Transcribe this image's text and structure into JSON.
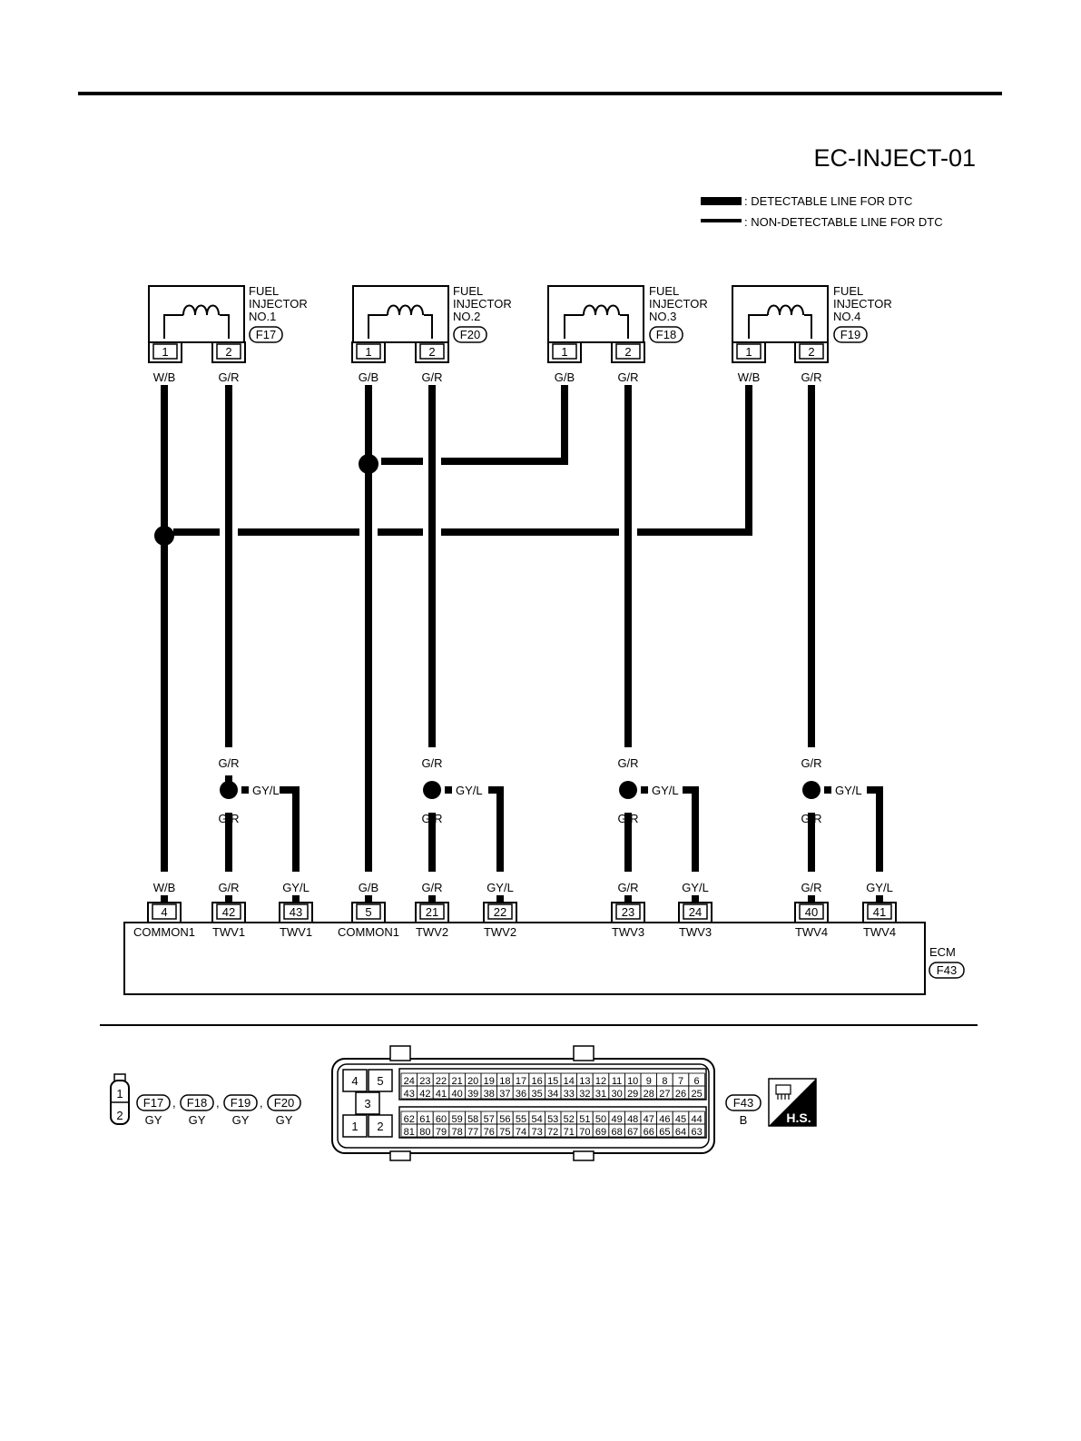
{
  "diagram_code": "EC-INJECT-01",
  "legend": {
    "detectable": ": DETECTABLE LINE FOR DTC",
    "non_detectable": ": NON-DETECTABLE LINE FOR DTC"
  },
  "injectors": [
    {
      "label_1": "FUEL",
      "label_2": "INJECTOR",
      "label_3": "NO.1",
      "connector": "F17",
      "pin1": "1",
      "pin2": "2",
      "wire1": "W/B",
      "wire2": "G/R"
    },
    {
      "label_1": "FUEL",
      "label_2": "INJECTOR",
      "label_3": "NO.2",
      "connector": "F20",
      "pin1": "1",
      "pin2": "2",
      "wire1": "G/B",
      "wire2": "G/R"
    },
    {
      "label_1": "FUEL",
      "label_2": "INJECTOR",
      "label_3": "NO.3",
      "connector": "F18",
      "pin1": "1",
      "pin2": "2",
      "wire1": "G/B",
      "wire2": "G/R"
    },
    {
      "label_1": "FUEL",
      "label_2": "INJECTOR",
      "label_3": "NO.4",
      "connector": "F19",
      "pin1": "1",
      "pin2": "2",
      "wire1": "W/B",
      "wire2": "G/R"
    }
  ],
  "splices": [
    {
      "upper": "G/R",
      "lower": "G/R",
      "branch": "GY/L"
    },
    {
      "upper": "G/R",
      "lower": "G/R",
      "branch": "GY/L"
    },
    {
      "upper": "G/R",
      "lower": "G/R",
      "branch": "GY/L"
    },
    {
      "upper": "G/R",
      "lower": "G/R",
      "branch": "GY/L"
    }
  ],
  "ecm": {
    "name": "ECM",
    "connector": "F43",
    "terminals": [
      {
        "pin": "4",
        "wire": "W/B",
        "label": "COMMON1"
      },
      {
        "pin": "42",
        "wire": "G/R",
        "label": "TWV1"
      },
      {
        "pin": "43",
        "wire": "GY/L",
        "label": "TWV1"
      },
      {
        "pin": "5",
        "wire": "G/B",
        "label": "COMMON1"
      },
      {
        "pin": "21",
        "wire": "G/R",
        "label": "TWV2"
      },
      {
        "pin": "22",
        "wire": "GY/L",
        "label": "TWV2"
      },
      {
        "pin": "23",
        "wire": "G/R",
        "label": "TWV3"
      },
      {
        "pin": "24",
        "wire": "GY/L",
        "label": "TWV3"
      },
      {
        "pin": "40",
        "wire": "G/R",
        "label": "TWV4"
      },
      {
        "pin": "41",
        "wire": "GY/L",
        "label": "TWV4"
      }
    ]
  },
  "connector_views": {
    "small_pins": [
      "1",
      "2"
    ],
    "small_connectors": [
      {
        "id": "F17",
        "color": "GY"
      },
      {
        "id": "F18",
        "color": "GY"
      },
      {
        "id": "F19",
        "color": "GY"
      },
      {
        "id": "F20",
        "color": "GY"
      }
    ],
    "sep": ",",
    "ecm_big_pins": [
      "4",
      "5",
      "3",
      "1",
      "2"
    ],
    "ecm_row1": [
      "24",
      "23",
      "22",
      "21",
      "20",
      "19",
      "18",
      "17",
      "16",
      "15",
      "14",
      "13",
      "12",
      "11",
      "10",
      "9",
      "8",
      "7",
      "6"
    ],
    "ecm_row2": [
      "43",
      "42",
      "41",
      "40",
      "39",
      "38",
      "37",
      "36",
      "35",
      "34",
      "33",
      "32",
      "31",
      "30",
      "29",
      "28",
      "27",
      "26",
      "25"
    ],
    "ecm_row3": [
      "62",
      "61",
      "60",
      "59",
      "58",
      "57",
      "56",
      "55",
      "54",
      "53",
      "52",
      "51",
      "50",
      "49",
      "48",
      "47",
      "46",
      "45",
      "44"
    ],
    "ecm_row4": [
      "81",
      "80",
      "79",
      "78",
      "77",
      "76",
      "75",
      "74",
      "73",
      "72",
      "71",
      "70",
      "69",
      "68",
      "67",
      "66",
      "65",
      "64",
      "63"
    ],
    "ecm_connector": {
      "id": "F43",
      "color": "B"
    },
    "hs_label": "H.S."
  }
}
